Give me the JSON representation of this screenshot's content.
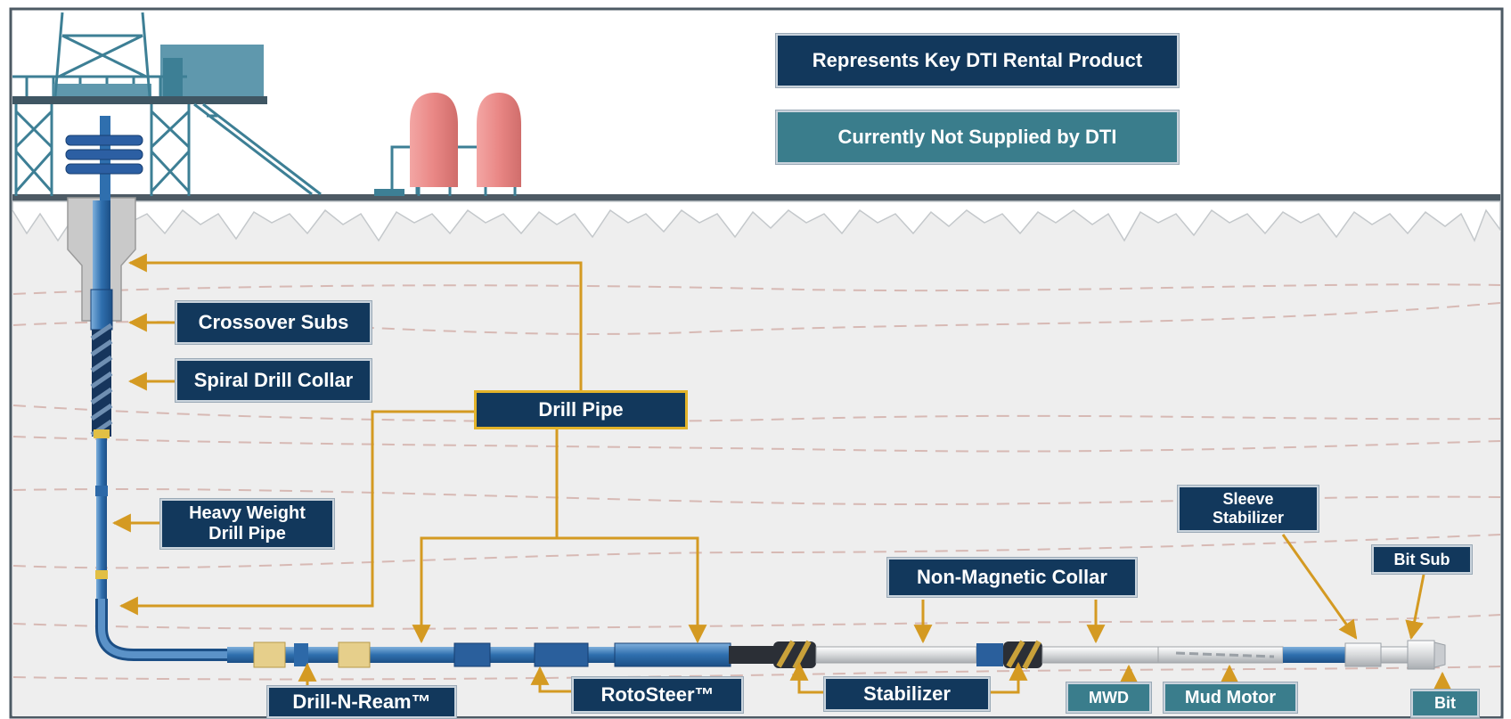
{
  "legend": {
    "key_product": "Represents Key DTI Rental Product",
    "not_supplied": "Currently Not Supplied by DTI"
  },
  "labels": {
    "crossover_subs": "Crossover Subs",
    "spiral_drill_collar": "Spiral Drill Collar",
    "drill_pipe": "Drill Pipe",
    "heavy_weight_line1": "Heavy Weight",
    "heavy_weight_line2": "Drill Pipe",
    "sleeve_line1": "Sleeve",
    "sleeve_line2": "Stabilizer",
    "bit_sub": "Bit Sub",
    "non_magnetic_collar": "Non-Magnetic Collar",
    "drill_n_ream": "Drill-N-Ream™",
    "rotosteer": "RotoSteer™",
    "stabilizer": "Stabilizer",
    "mwd": "MWD",
    "mud_motor": "Mud Motor",
    "bit": "Bit"
  },
  "colors": {
    "key_product": "#12385c",
    "not_supplied": "#3a7d8c",
    "callout_arrow": "#d49a22",
    "ground": "#eeeeee",
    "surface_line": "#4d5a64"
  }
}
